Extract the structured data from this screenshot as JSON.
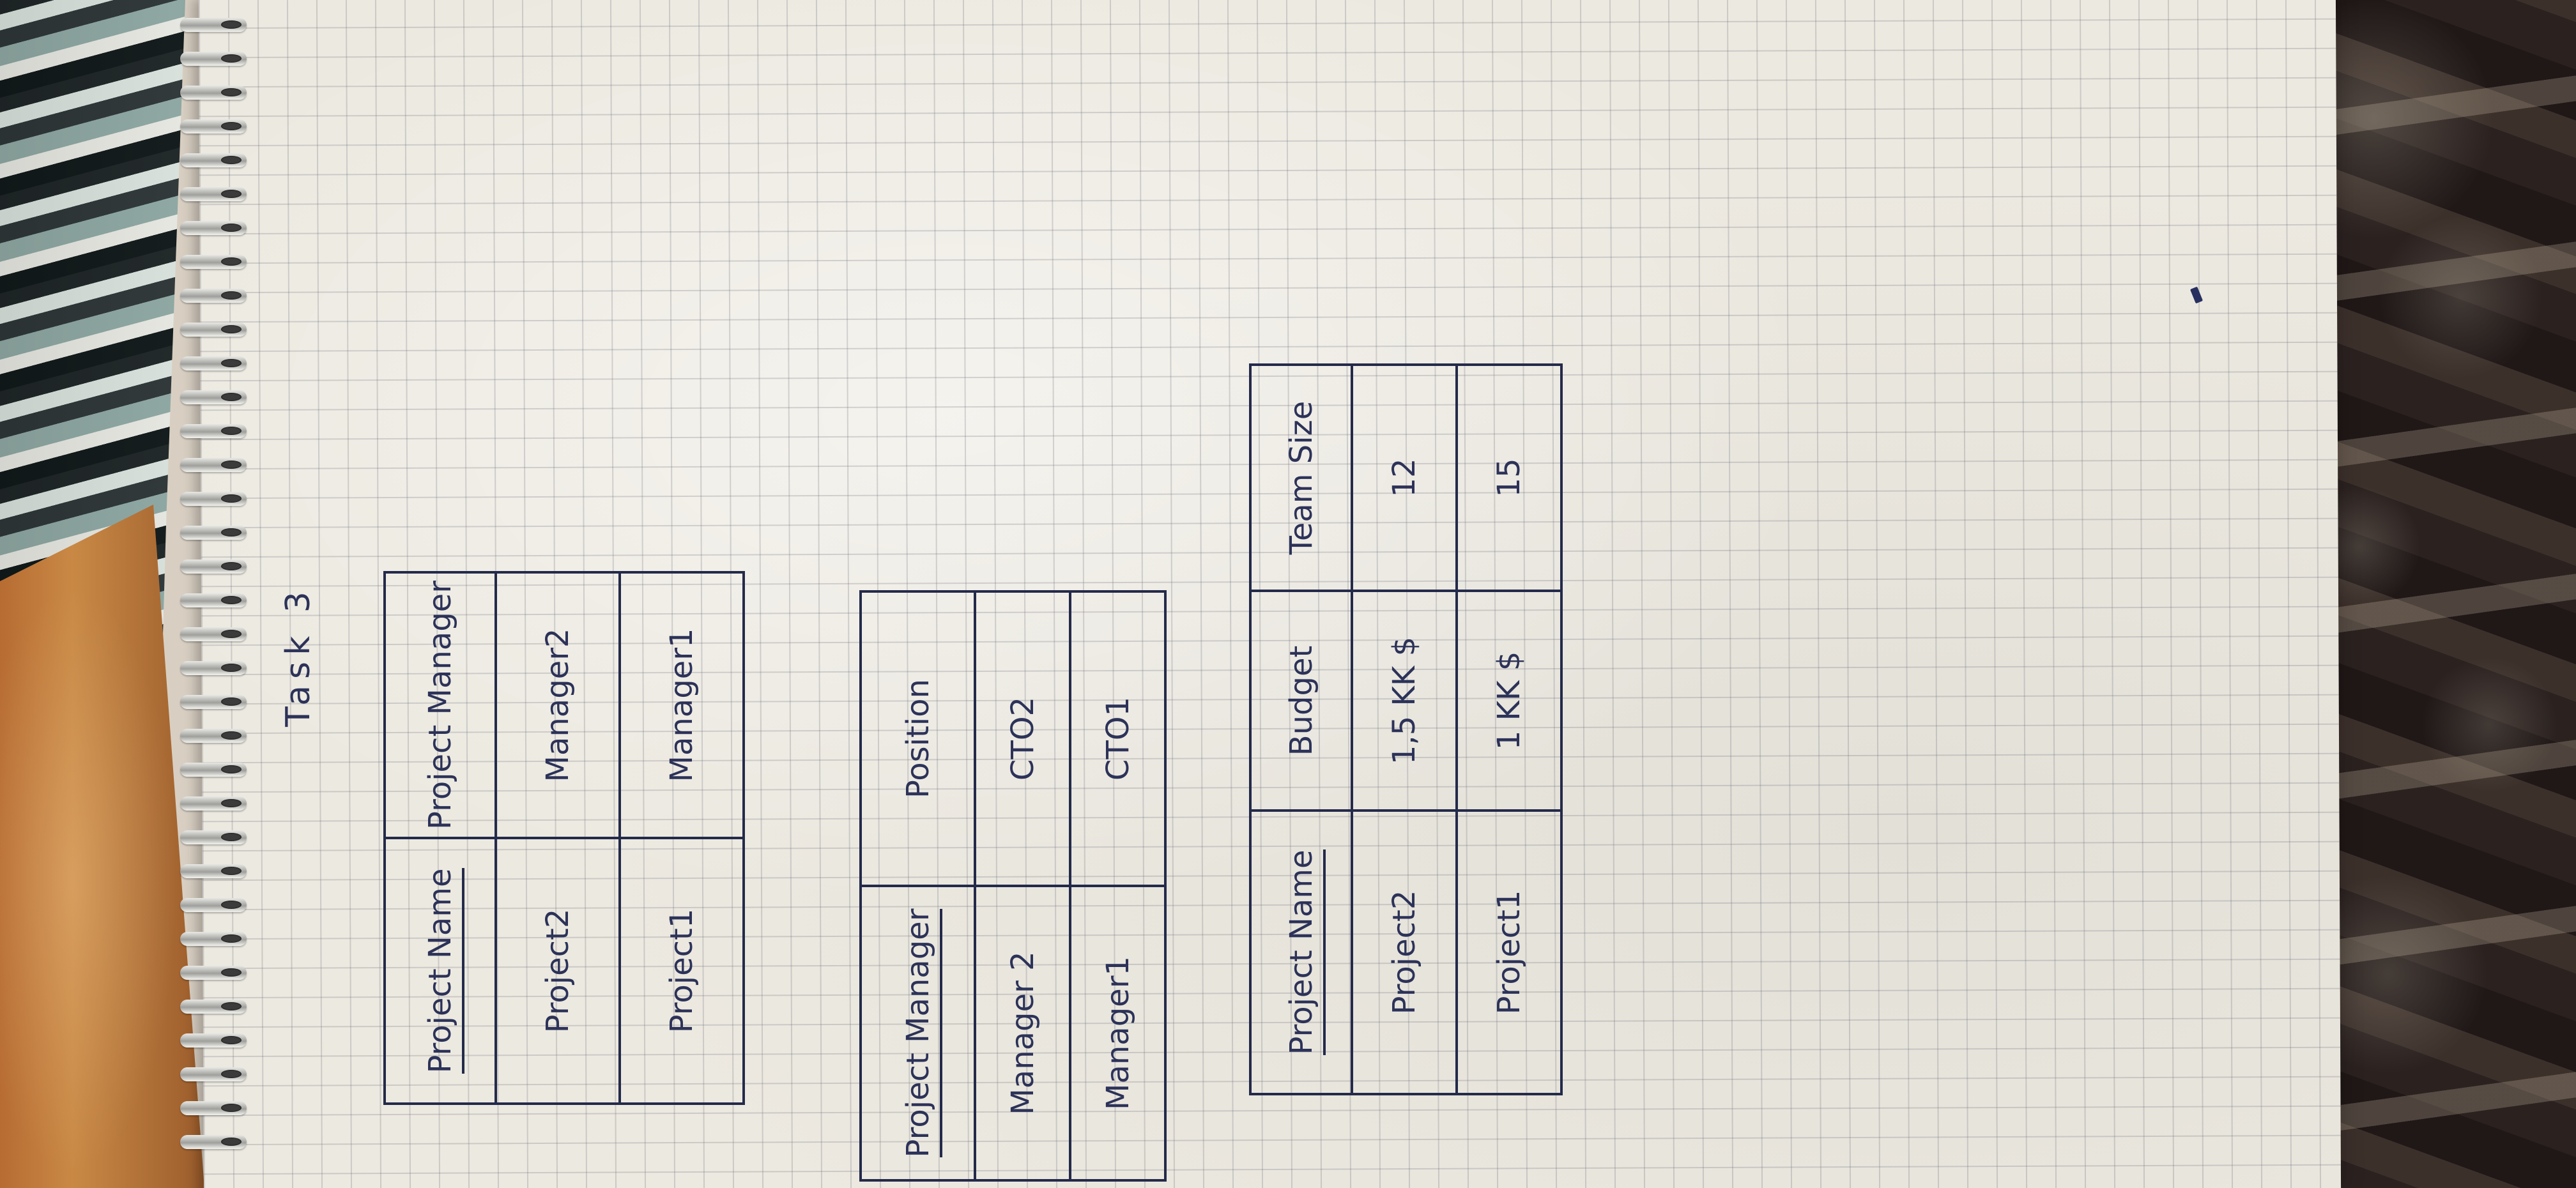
{
  "title": "Task 3",
  "tables": [
    {
      "rows": [
        [
          "Project Name",
          "Project Manager"
        ],
        [
          "Project2",
          "Manager2"
        ],
        [
          "Project1",
          "Manager1"
        ]
      ]
    },
    {
      "rows": [
        [
          "Project Manager",
          "Position"
        ],
        [
          "Manager 2",
          "CTO2"
        ],
        [
          "Manager1",
          "CTO1"
        ]
      ]
    },
    {
      "rows": [
        [
          "Project Name",
          "Budget",
          "Team Size"
        ],
        [
          "Project2",
          "1,5 KK $",
          "12"
        ],
        [
          "Project1",
          "1 KK $",
          "15"
        ]
      ]
    }
  ]
}
